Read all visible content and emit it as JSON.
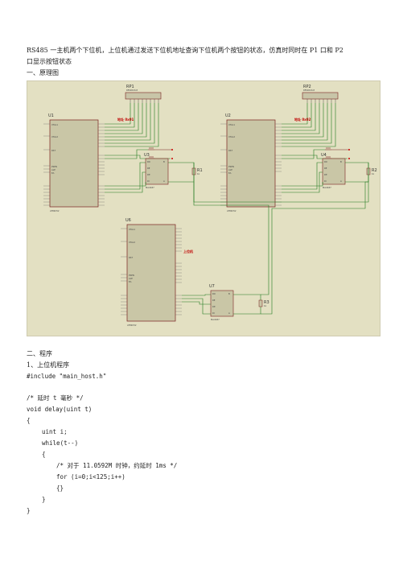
{
  "doc": {
    "intro_line1": "RS485 一主机两个下位机，上位机通过发送下位机地址查询下位机两个按钮的状态，仿真时同时在 P1 口和 P2",
    "intro_line2": "口显示按钮状态",
    "section1": "一、原理图",
    "section2": "二、程序",
    "sub1": "1、上位机程序",
    "code": [
      "#include \"main_host.h\"",
      "/*  延时 t 毫秒  */",
      "void delay(uint t)",
      "{",
      "uint i;",
      "while(t--)",
      "{",
      "/*  对于 11.0592M 时钟，约延时 1ms */",
      "for (i=0;i<125;i++)",
      "{}",
      "}",
      "}"
    ]
  },
  "schematic": {
    "rp1": "RP1",
    "rp1_part": "RESPACK-8",
    "rp2": "RP2",
    "rp2_part": "RESPACK-8",
    "u1": "U1",
    "u2": "U2",
    "u3": "U3",
    "u4": "U4",
    "u6": "U6",
    "u7": "U7",
    "r1": "R1",
    "r2": "R2",
    "r3": "R3",
    "mcu_part": "AT89C52",
    "rs485_part": "MAX487",
    "pin_xtal1": "XTAL1",
    "pin_xtal2": "XTAL2",
    "pin_rst": "RST",
    "pin_psen": "PSEN",
    "pin_ale": "ALE",
    "pin_ea": "EA",
    "pin_ro": "RO",
    "pin_re": "RE",
    "pin_de": "DE",
    "pin_di": "DI",
    "pin_a": "A",
    "pin_b": "B",
    "res_value": "1k",
    "tag1": "地址 0x01",
    "tag2": "地址 0x02",
    "tag_host": "上位机"
  }
}
